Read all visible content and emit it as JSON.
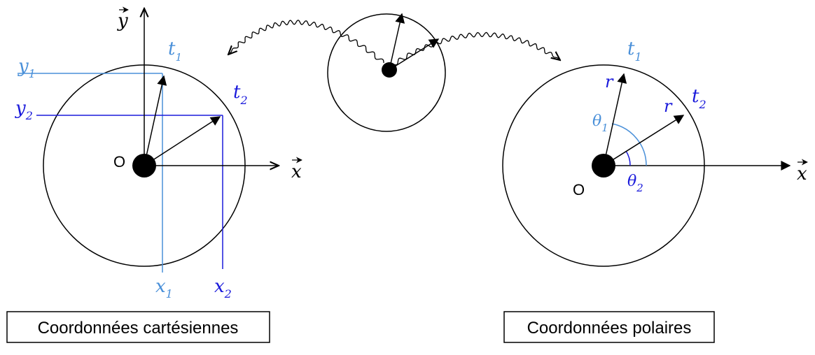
{
  "colors": {
    "ink": "#000000",
    "light_blue": "#4a90d9",
    "dark_blue": "#1a1adb"
  },
  "cartesian": {
    "caption": "Coordonnées cartésiennes",
    "origin": "O",
    "x_axis": "x",
    "y_axis": "y",
    "t1": {
      "letter": "t",
      "sub": "1"
    },
    "t2": {
      "letter": "t",
      "sub": "2"
    },
    "x1": {
      "letter": "x",
      "sub": "1"
    },
    "x2": {
      "letter": "x",
      "sub": "2"
    },
    "y1": {
      "letter": "y",
      "sub": "1"
    },
    "y2": {
      "letter": "y",
      "sub": "2"
    }
  },
  "polar": {
    "caption": "Coordonnées polaires",
    "origin": "O",
    "x_axis": "x",
    "t1": {
      "letter": "t",
      "sub": "1"
    },
    "t2": {
      "letter": "t",
      "sub": "2"
    },
    "r1": "r",
    "r2": "r",
    "theta1": {
      "letter": "θ",
      "sub": "1"
    },
    "theta2": {
      "letter": "θ",
      "sub": "2"
    }
  }
}
